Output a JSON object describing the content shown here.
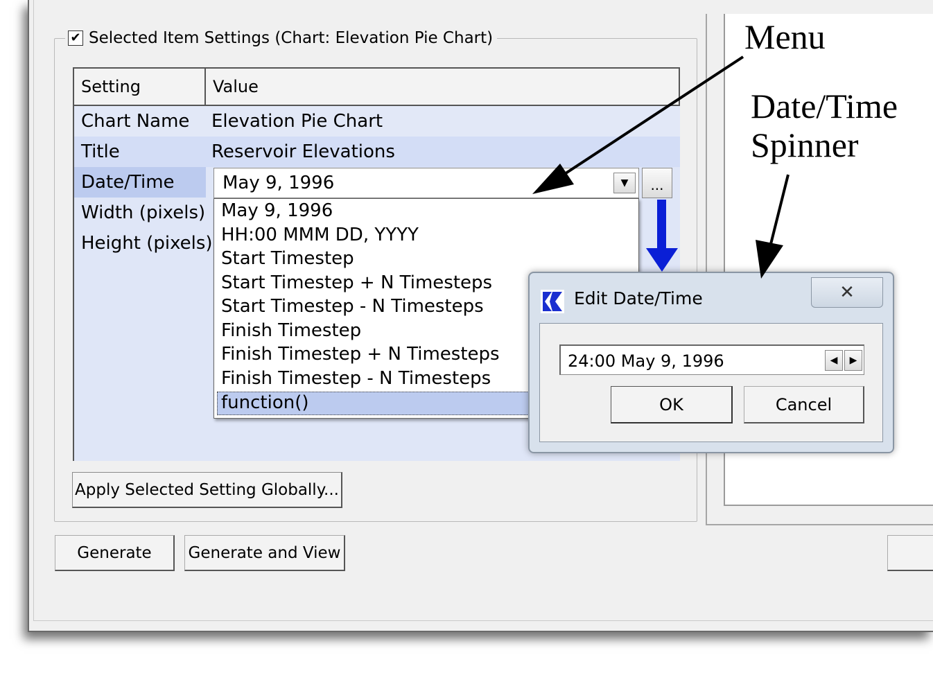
{
  "groupbox": {
    "checked": "✔",
    "title": "Selected Item Settings (Chart: Elevation Pie Chart)"
  },
  "table": {
    "headers": {
      "setting": "Setting",
      "value": "Value"
    },
    "rows": [
      {
        "setting": "Chart Name",
        "value": "Elevation Pie Chart"
      },
      {
        "setting": "Title",
        "value": "Reservoir Elevations"
      },
      {
        "setting": "Date/Time",
        "value": "May 9, 1996"
      },
      {
        "setting": "Width (pixels)",
        "value": ""
      },
      {
        "setting": "Height (pixels)",
        "value": ""
      }
    ]
  },
  "combo": {
    "value": "May 9, 1996",
    "ellipsis": "..."
  },
  "dropdown": {
    "items": [
      "May 9, 1996",
      "HH:00 MMM DD, YYYY",
      "Start Timestep",
      "Start Timestep + N Timesteps",
      "Start Timestep - N Timesteps",
      "Finish Timestep",
      "Finish Timestep + N Timesteps",
      "Finish Timestep - N Timesteps",
      "function()"
    ],
    "selected": "function()"
  },
  "buttons": {
    "apply": "Apply Selected Setting Globally...",
    "generate": "Generate",
    "generate_view": "Generate and View"
  },
  "dialog": {
    "title": "Edit Date/Time",
    "spinner_value": "24:00 May 9, 1996",
    "ok": "OK",
    "cancel": "Cancel"
  },
  "annotations": {
    "menu": "Menu",
    "spinner_line1": "Date/Time",
    "spinner_line2": "Spinner"
  },
  "colors": {
    "selection": "#bccbef",
    "arrow_blue": "#0a1fd6"
  }
}
